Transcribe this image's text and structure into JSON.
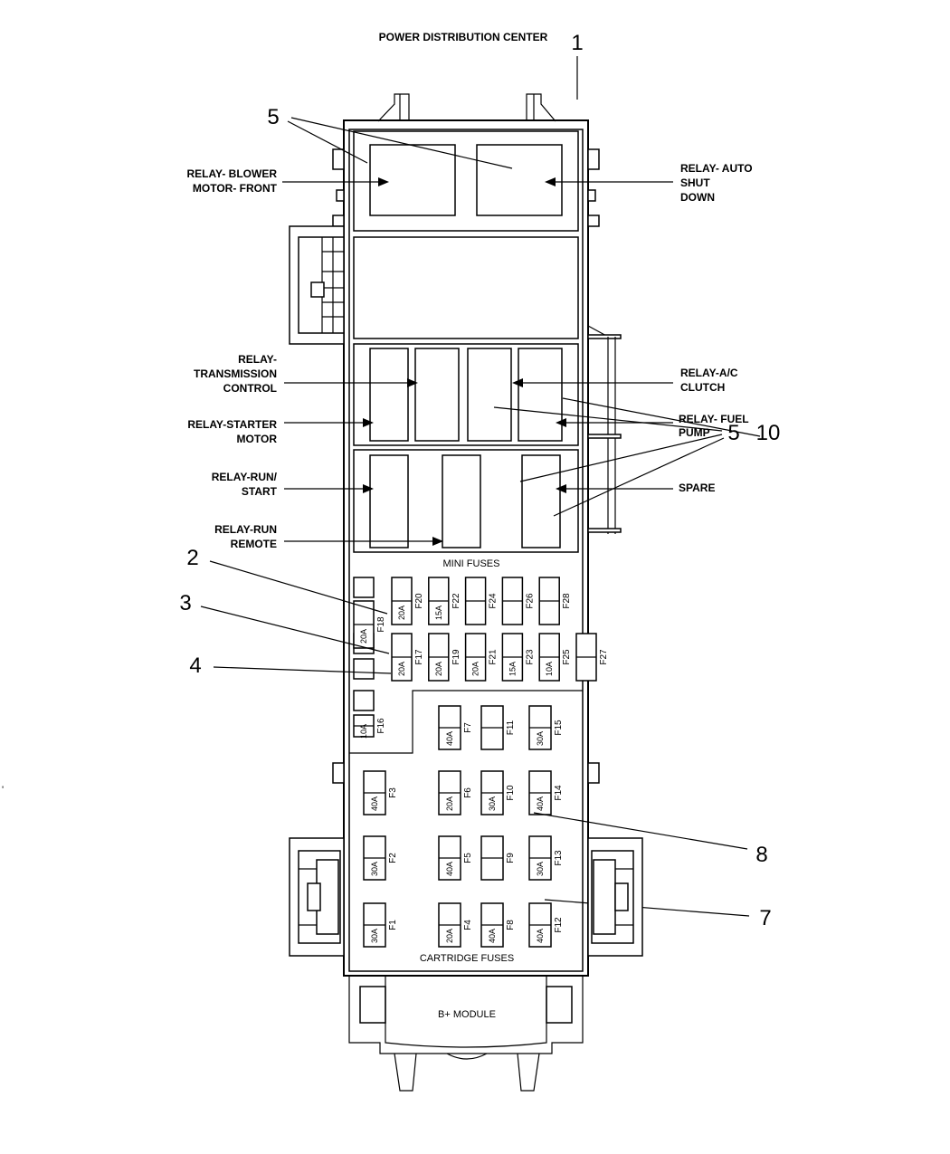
{
  "title": "POWER DISTRIBUTION CENTER",
  "callouts": [
    "1",
    "5",
    "5",
    "10",
    "2",
    "3",
    "4",
    "8",
    "7"
  ],
  "relays": {
    "blower": [
      "RELAY- BLOWER",
      "MOTOR- FRONT"
    ],
    "asd": [
      "RELAY- AUTO",
      "SHUT",
      "DOWN"
    ],
    "trans": [
      "RELAY-",
      "TRANSMISSION",
      "CONTROL"
    ],
    "starter": [
      "RELAY-STARTER",
      "MOTOR"
    ],
    "ac": [
      "RELAY-A/C",
      "CLUTCH"
    ],
    "fuel": [
      "RELAY- FUEL",
      "PUMP"
    ],
    "runstart": [
      "RELAY-RUN/",
      "START"
    ],
    "runremote": [
      "RELAY-RUN",
      "REMOTE"
    ],
    "spare": "SPARE"
  },
  "section_labels": {
    "mini": "MINI FUSES",
    "cartridge": "CARTRIDGE FUSES",
    "bplus": "B+ MODULE"
  },
  "mini_fuses": {
    "top_row": [
      {
        "id": "F18",
        "amp": "20A"
      },
      {
        "id": "F20",
        "amp": "20A"
      },
      {
        "id": "F22",
        "amp": "15A"
      },
      {
        "id": "F24",
        "amp": ""
      },
      {
        "id": "F26",
        "amp": ""
      },
      {
        "id": "F28",
        "amp": ""
      }
    ],
    "bottom_row": [
      {
        "id": "F17",
        "amp": "20A"
      },
      {
        "id": "F19",
        "amp": "20A"
      },
      {
        "id": "F21",
        "amp": "20A"
      },
      {
        "id": "F23",
        "amp": "15A"
      },
      {
        "id": "F25",
        "amp": "10A"
      },
      {
        "id": "F27",
        "amp": ""
      }
    ],
    "single": {
      "id": "F16",
      "amp": "10A"
    }
  },
  "cartridge_fuses": [
    {
      "id": "F7",
      "amp": "40A"
    },
    {
      "id": "F11",
      "amp": ""
    },
    {
      "id": "F15",
      "amp": "30A"
    },
    {
      "id": "F3",
      "amp": "40A"
    },
    {
      "id": "F6",
      "amp": "20A"
    },
    {
      "id": "F10",
      "amp": "30A"
    },
    {
      "id": "F14",
      "amp": "40A"
    },
    {
      "id": "F2",
      "amp": "30A"
    },
    {
      "id": "F5",
      "amp": "40A"
    },
    {
      "id": "F9",
      "amp": ""
    },
    {
      "id": "F13",
      "amp": "30A"
    },
    {
      "id": "F1",
      "amp": "30A"
    },
    {
      "id": "F4",
      "amp": "20A"
    },
    {
      "id": "F8",
      "amp": "40A"
    },
    {
      "id": "F12",
      "amp": "40A"
    }
  ]
}
